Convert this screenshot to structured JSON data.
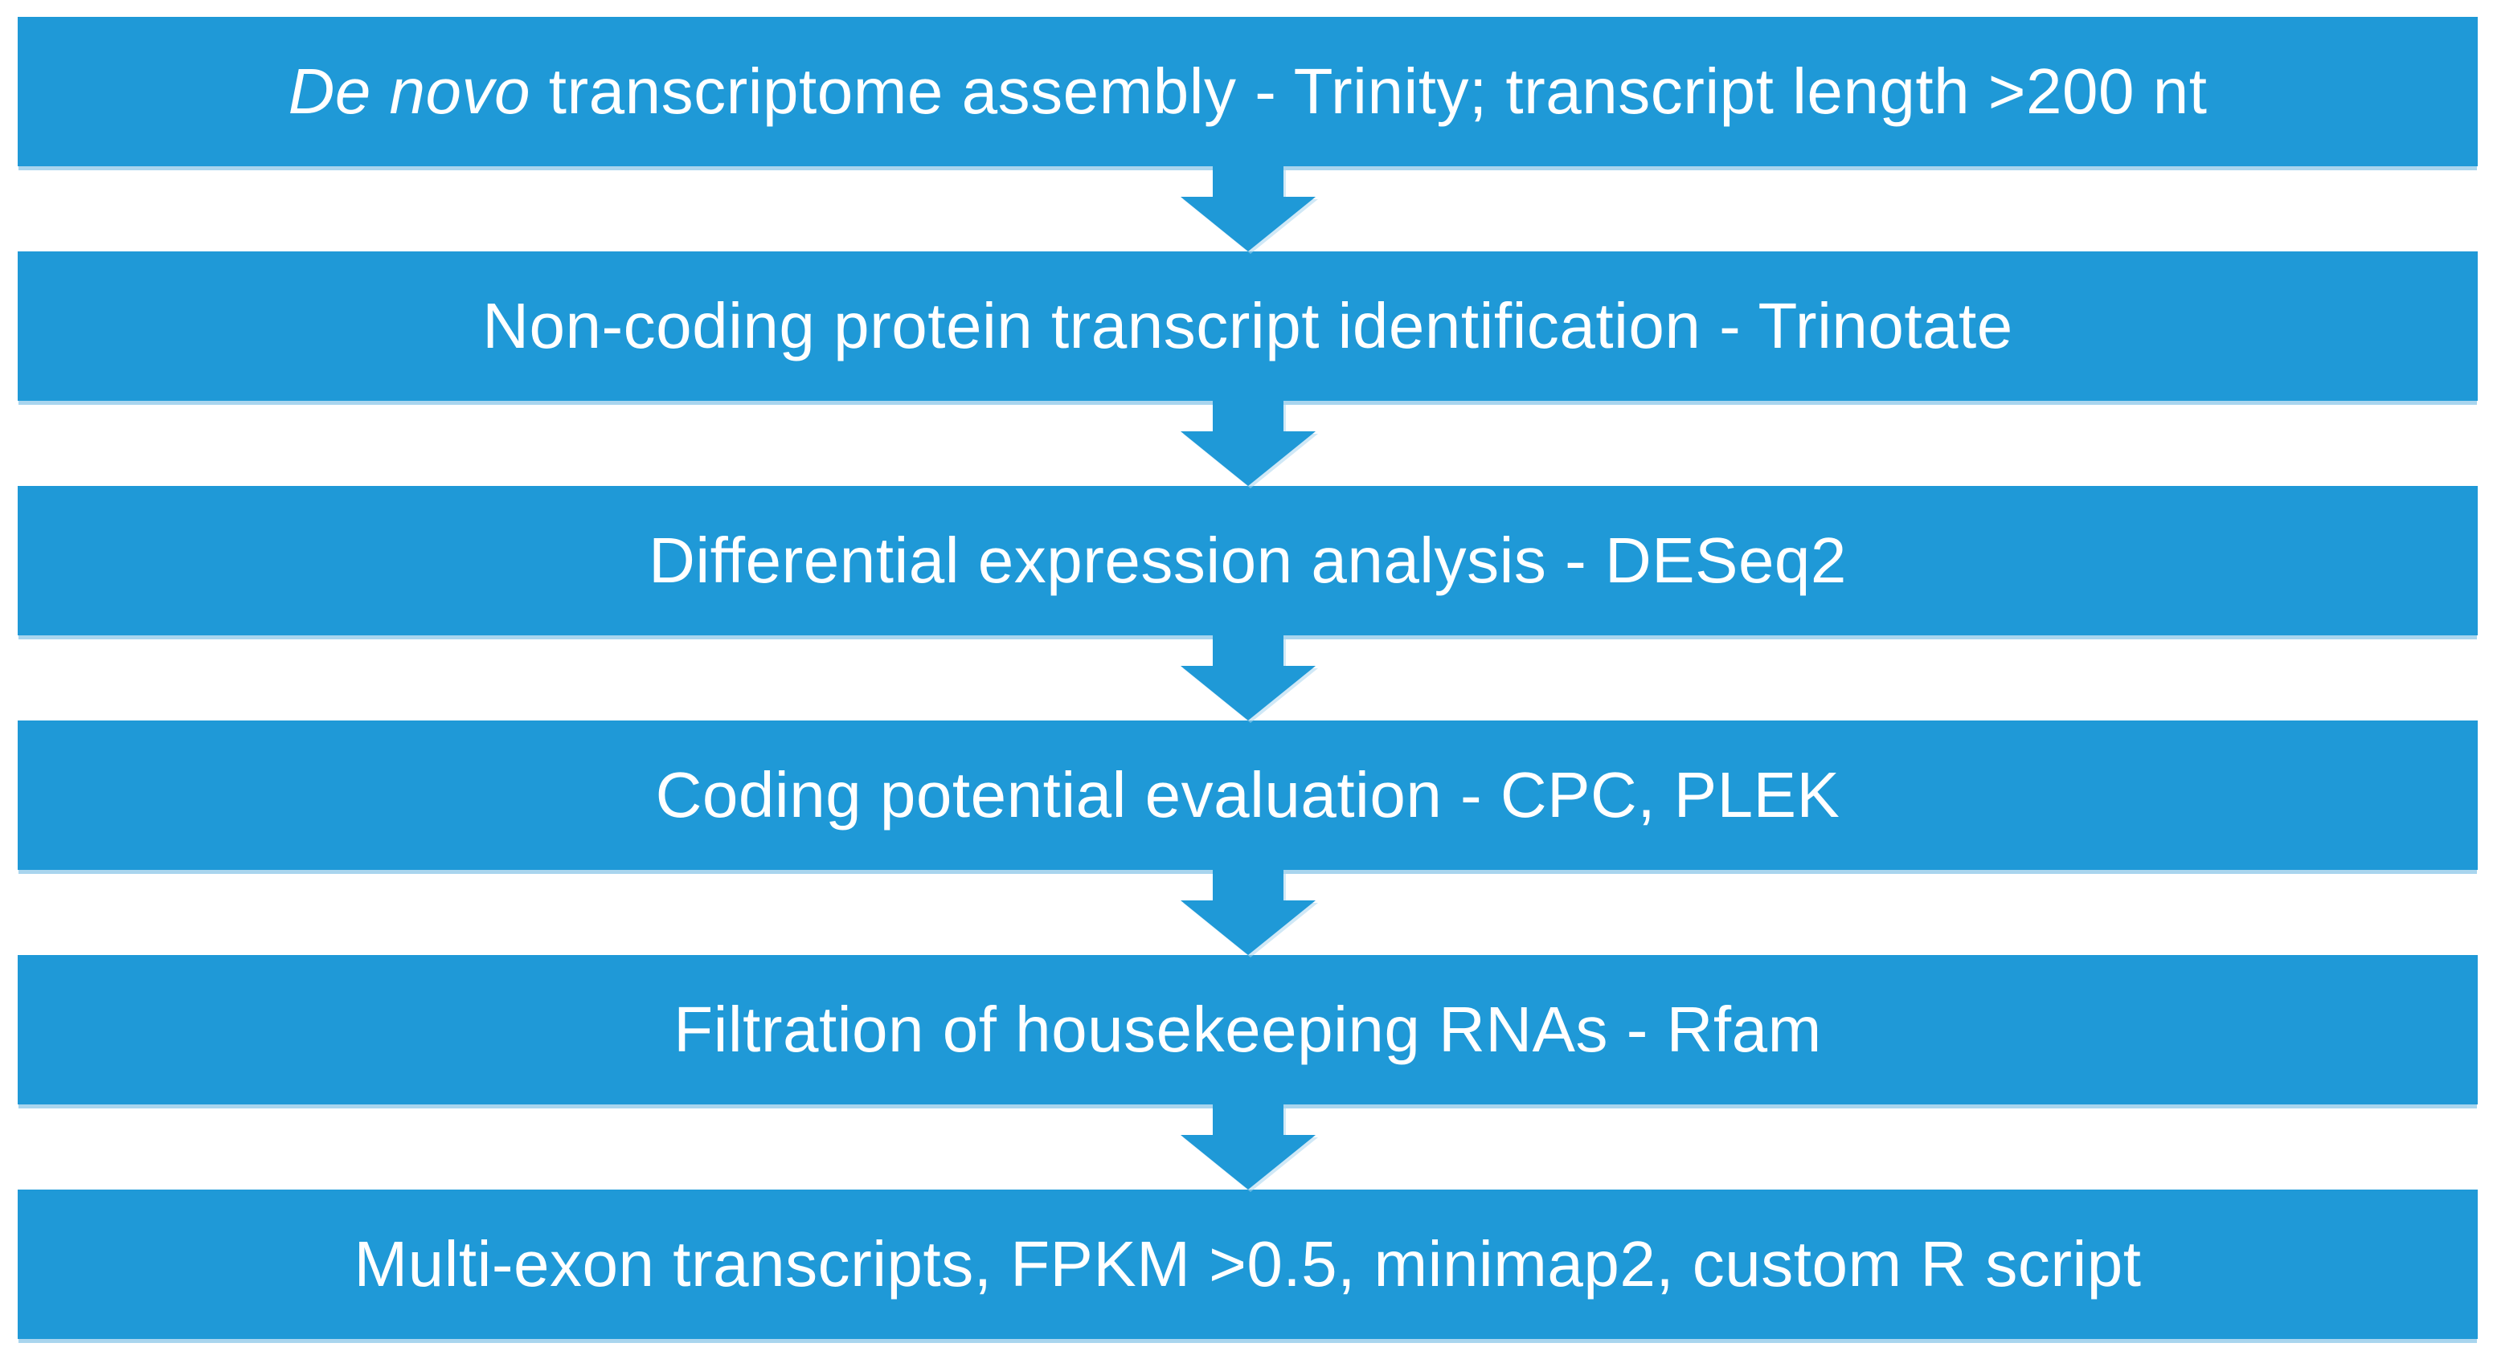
{
  "flowchart": {
    "colors": {
      "bar": "#1F99D7",
      "text": "#FFFFFF",
      "shadow": "#A9D5EE",
      "background": "#FFFFFF"
    },
    "arrow_icon": "down-block-arrow",
    "steps": [
      {
        "segments": [
          {
            "text": "De novo",
            "italic": true
          },
          {
            "text": " transcriptome assembly - Trinity; transcript length >200 nt",
            "italic": false
          }
        ]
      },
      {
        "segments": [
          {
            "text": "Non-coding protein transcript identification - Trinotate",
            "italic": false
          }
        ]
      },
      {
        "segments": [
          {
            "text": "Differential expression analysis - DESeq2",
            "italic": false
          }
        ]
      },
      {
        "segments": [
          {
            "text": "Coding potential evaluation - CPC, PLEK",
            "italic": false
          }
        ]
      },
      {
        "segments": [
          {
            "text": "Filtration of housekeeping RNAs - Rfam",
            "italic": false
          }
        ]
      },
      {
        "segments": [
          {
            "text": "Multi-exon transcripts, FPKM >0.5, minimap2, custom R script",
            "italic": false
          }
        ]
      }
    ]
  }
}
